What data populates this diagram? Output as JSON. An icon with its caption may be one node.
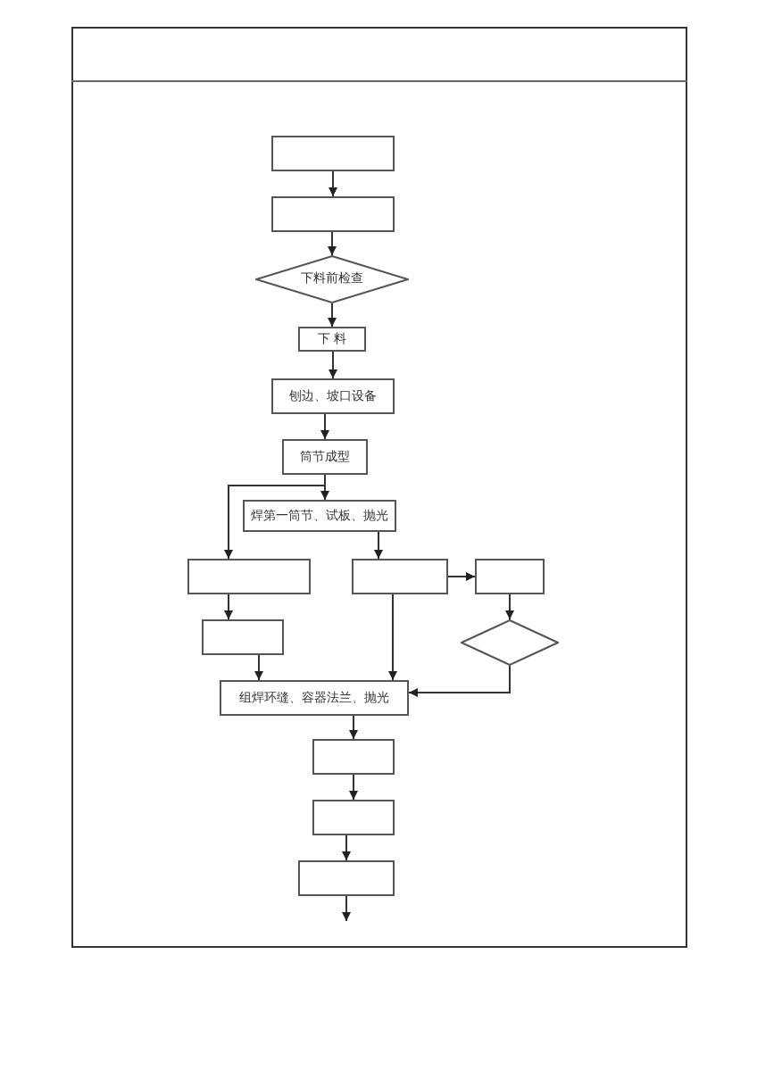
{
  "diagram": {
    "nodes": [
      {
        "text": [],
        "shape": "box"
      },
      {
        "text": [],
        "shape": "box"
      },
      {
        "text": [
          "下料前检查"
        ]
      },
      {
        "text": [
          "下 料"
        ]
      },
      {
        "text": [
          "刨边、坡口设备"
        ]
      },
      {
        "text": [
          "筒节成型"
        ]
      },
      {
        "text": [
          "焊第一筒节、试板、抛光"
        ]
      },
      {
        "text": [],
        "shape": "box"
      },
      {
        "text": [],
        "shape": "box"
      },
      {
        "text": [],
        "shape": "box"
      },
      {
        "text": [],
        "shape": "diamond"
      },
      {
        "text": [],
        "shape": "box"
      },
      {
        "text": [
          "组焊环缝、容器法兰、抛光"
        ]
      },
      {
        "text": [],
        "shape": "box"
      },
      {
        "text": [],
        "shape": "box"
      },
      {
        "text": [],
        "shape": "box"
      }
    ],
    "edges": [
      {
        "from": 0,
        "to": 1,
        "arrow": "to"
      },
      {
        "from": 1,
        "to": 2,
        "arrow": "to"
      },
      {
        "from": 2,
        "to": 3,
        "arrow": "to"
      },
      {
        "from": 3,
        "to": 4,
        "arrow": "to"
      },
      {
        "from": 4,
        "to": 5,
        "arrow": "to"
      },
      {
        "from": 5,
        "to": 6,
        "arrow": "to"
      },
      {
        "from": 5,
        "to": 7,
        "arrow": "to"
      },
      {
        "from": 6,
        "to": 8,
        "arrow": "to"
      },
      {
        "from": 8,
        "to": 9,
        "arrow": "to"
      },
      {
        "from": 9,
        "to": 10,
        "arrow": "to"
      },
      {
        "from": 7,
        "to": 11,
        "arrow": "to"
      },
      {
        "from": 11,
        "to": 12,
        "arrow": "to"
      },
      {
        "from": 8,
        "to": 12,
        "arrow": "to"
      },
      {
        "from": 10,
        "to": 12,
        "arrow": "to"
      },
      {
        "from": 12,
        "to": 13,
        "arrow": "to"
      },
      {
        "from": 13,
        "to": 14,
        "arrow": "to"
      },
      {
        "from": 14,
        "to": 15,
        "arrow": "to"
      },
      {
        "from": 15,
        "to": null,
        "arrow": "to"
      }
    ]
  }
}
